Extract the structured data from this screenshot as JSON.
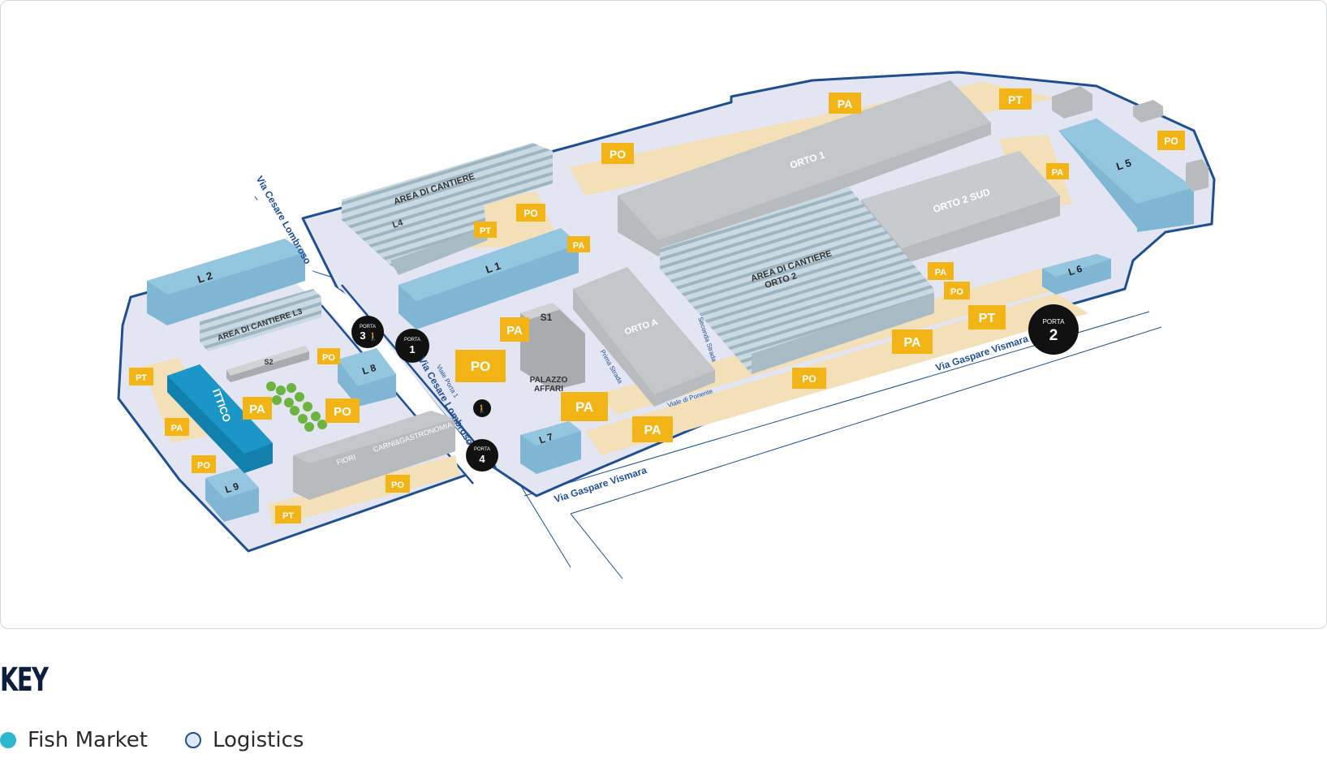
{
  "colors": {
    "site": "#e3e6f2",
    "outline": "#1f4f8f",
    "building_gray": "#b8bbbd",
    "building_light_blue": "#95c6e0",
    "building_blue": "#1c95c7",
    "striped": "#c5d7e0",
    "parking_strip": "#f3dfb8",
    "parking_badge": "#f2b515",
    "road_label": "#1f4f8f",
    "tree": "#6cb33f",
    "fish_market": "#2bb8cc",
    "logistics": "#dde9f6"
  },
  "map": {
    "buildings": {
      "orto1": "ORTO 1",
      "orto2_sud": "ORTO 2 SUD",
      "orto_a": "ORTO A",
      "area_cantiere_orto2_l1": "AREA DI CANTIERE",
      "area_cantiere_orto2_l2": "ORTO 2",
      "area_cantiere_l4_l1": "AREA DI CANTIERE",
      "area_cantiere_l4_l2": "L4",
      "area_cantiere_l3": "AREA DI CANTIERE L3",
      "l1": "L 1",
      "l2": "L 2",
      "l5": "L 5",
      "l6": "L 6",
      "l7": "L 7",
      "l8": "L 8",
      "l9": "L 9",
      "s1": "S1",
      "s2": "S2",
      "palazzo_l1": "PALAZZO",
      "palazzo_l2": "AFFARI",
      "ittico": "ITTICO",
      "fiori": "FIORI",
      "carni": "CARNI&GASTRONOMIA"
    },
    "parking": {
      "pa": "PA",
      "po": "PO",
      "pt": "PT"
    },
    "gates": {
      "porta": "PORTA",
      "g1": "1",
      "g2": "2",
      "g3": "3",
      "g4": "4"
    },
    "streets": {
      "cesare_lombroso": "Via Cesare Lombroso",
      "gaspare_vismara": "Via Gaspare Vismara",
      "viale_porta1": "Viale Porta 1",
      "prima_strada": "Prima Strada",
      "seconda_strada": "Seconda Strada",
      "viale_ponente": "Viale di Ponente"
    }
  },
  "key": {
    "title": "KEY",
    "items": [
      {
        "label": "Fish Market",
        "color": "#2bb8cc"
      },
      {
        "label": "Logistics",
        "color": "#dde9f6"
      }
    ]
  }
}
